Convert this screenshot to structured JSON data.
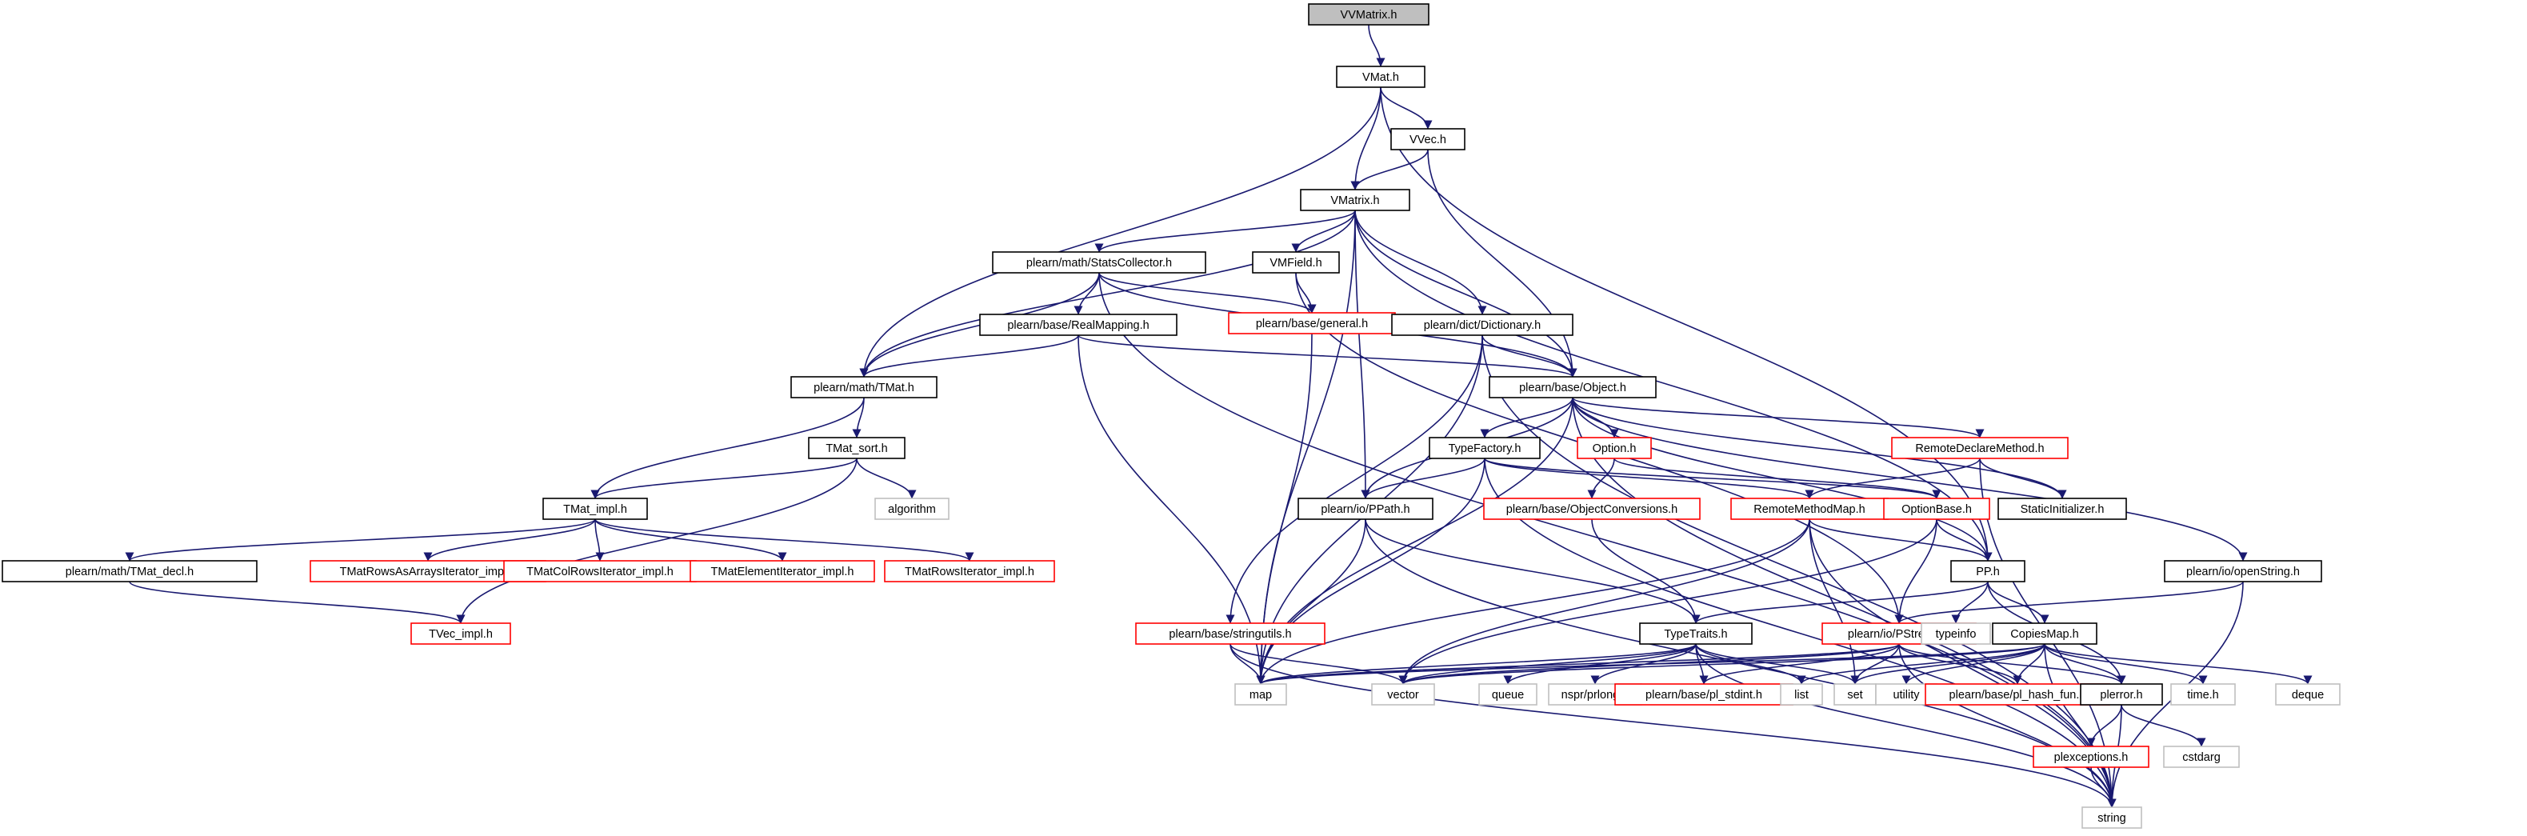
{
  "diagram": {
    "colors": {
      "edge": "#191970",
      "root_fill": "#bfbfbf",
      "normal_border": "#000000",
      "truncated_border": "#ff0000",
      "external_border": "#bfbfbf",
      "text": "#000000"
    },
    "nodes": [
      {
        "id": "vvmatrix",
        "label": "VVMatrix.h",
        "kind": "root"
      },
      {
        "id": "vmat",
        "label": "VMat.h",
        "kind": "normal"
      },
      {
        "id": "vvec",
        "label": "VVec.h",
        "kind": "normal"
      },
      {
        "id": "vmatrix",
        "label": "VMatrix.h",
        "kind": "normal"
      },
      {
        "id": "statscollector",
        "label": "plearn/math/StatsCollector.h",
        "kind": "normal"
      },
      {
        "id": "vmfield",
        "label": "VMField.h",
        "kind": "normal"
      },
      {
        "id": "general",
        "label": "plearn/base/general.h",
        "kind": "truncated"
      },
      {
        "id": "realmapping",
        "label": "plearn/base/RealMapping.h",
        "kind": "normal"
      },
      {
        "id": "dictionary",
        "label": "plearn/dict/Dictionary.h",
        "kind": "normal"
      },
      {
        "id": "tmat",
        "label": "plearn/math/TMat.h",
        "kind": "normal"
      },
      {
        "id": "object",
        "label": "plearn/base/Object.h",
        "kind": "normal"
      },
      {
        "id": "tmatsort",
        "label": "TMat_sort.h",
        "kind": "normal"
      },
      {
        "id": "algorithm",
        "label": "algorithm",
        "kind": "external"
      },
      {
        "id": "tmatimpl",
        "label": "TMat_impl.h",
        "kind": "normal"
      },
      {
        "id": "tmatdecl",
        "label": "plearn/math/TMat_decl.h",
        "kind": "normal"
      },
      {
        "id": "rowsarrayiter",
        "label": "TMatRowsAsArraysIterator_impl.h",
        "kind": "truncated"
      },
      {
        "id": "colrowsiter",
        "label": "TMatColRowsIterator_impl.h",
        "kind": "truncated"
      },
      {
        "id": "elementiter",
        "label": "TMatElementIterator_impl.h",
        "kind": "truncated"
      },
      {
        "id": "rowsiter",
        "label": "TMatRowsIterator_impl.h",
        "kind": "truncated"
      },
      {
        "id": "tvecimpl",
        "label": "TVec_impl.h",
        "kind": "truncated"
      },
      {
        "id": "typefactory",
        "label": "TypeFactory.h",
        "kind": "normal"
      },
      {
        "id": "optionh",
        "label": "Option.h",
        "kind": "truncated"
      },
      {
        "id": "remotedeclare",
        "label": "RemoteDeclareMethod.h",
        "kind": "truncated"
      },
      {
        "id": "staticinit",
        "label": "StaticInitializer.h",
        "kind": "normal"
      },
      {
        "id": "ppath",
        "label": "plearn/io/PPath.h",
        "kind": "normal"
      },
      {
        "id": "objconv",
        "label": "plearn/base/ObjectConversions.h",
        "kind": "truncated"
      },
      {
        "id": "remotemethodmap",
        "label": "RemoteMethodMap.h",
        "kind": "truncated"
      },
      {
        "id": "optionbase",
        "label": "OptionBase.h",
        "kind": "truncated"
      },
      {
        "id": "pph",
        "label": "PP.h",
        "kind": "normal"
      },
      {
        "id": "openstring",
        "label": "plearn/io/openString.h",
        "kind": "normal"
      },
      {
        "id": "stringutils",
        "label": "plearn/base/stringutils.h",
        "kind": "truncated"
      },
      {
        "id": "typetraits",
        "label": "TypeTraits.h",
        "kind": "normal"
      },
      {
        "id": "pstream",
        "label": "plearn/io/PStream.h",
        "kind": "truncated"
      },
      {
        "id": "typeinfo",
        "label": "typeinfo",
        "kind": "external"
      },
      {
        "id": "copiesmap",
        "label": "CopiesMap.h",
        "kind": "normal"
      },
      {
        "id": "map",
        "label": "map",
        "kind": "external"
      },
      {
        "id": "vector",
        "label": "vector",
        "kind": "external"
      },
      {
        "id": "queue",
        "label": "queue",
        "kind": "external"
      },
      {
        "id": "nsprprlong",
        "label": "nspr/prlong.h",
        "kind": "external"
      },
      {
        "id": "plstdint",
        "label": "plearn/base/pl_stdint.h",
        "kind": "truncated"
      },
      {
        "id": "list",
        "label": "list",
        "kind": "external"
      },
      {
        "id": "set",
        "label": "set",
        "kind": "external"
      },
      {
        "id": "utility",
        "label": "utility",
        "kind": "external"
      },
      {
        "id": "plhashfun",
        "label": "plearn/base/pl_hash_fun.h",
        "kind": "truncated"
      },
      {
        "id": "plerror",
        "label": "plerror.h",
        "kind": "normal"
      },
      {
        "id": "timeh",
        "label": "time.h",
        "kind": "external"
      },
      {
        "id": "deque",
        "label": "deque",
        "kind": "external"
      },
      {
        "id": "plexceptions",
        "label": "plexceptions.h",
        "kind": "truncated"
      },
      {
        "id": "cstdarg",
        "label": "cstdarg",
        "kind": "external"
      },
      {
        "id": "string",
        "label": "string",
        "kind": "external"
      }
    ],
    "edges": [
      [
        "vvmatrix",
        "vmat"
      ],
      [
        "vmat",
        "vvec"
      ],
      [
        "vmat",
        "vmatrix"
      ],
      [
        "vmat",
        "tmat"
      ],
      [
        "vmat",
        "pph"
      ],
      [
        "vvec",
        "vmatrix"
      ],
      [
        "vvec",
        "object"
      ],
      [
        "vmatrix",
        "statscollector"
      ],
      [
        "vmatrix",
        "vmfield"
      ],
      [
        "vmatrix",
        "dictionary"
      ],
      [
        "vmatrix",
        "tmat"
      ],
      [
        "vmatrix",
        "object"
      ],
      [
        "vmatrix",
        "ppath"
      ],
      [
        "vmatrix",
        "map"
      ],
      [
        "vmatrix",
        "pph"
      ],
      [
        "statscollector",
        "general"
      ],
      [
        "statscollector",
        "realmapping"
      ],
      [
        "statscollector",
        "tmat"
      ],
      [
        "statscollector",
        "object"
      ],
      [
        "statscollector",
        "string"
      ],
      [
        "vmfield",
        "general"
      ],
      [
        "vmfield",
        "pstream"
      ],
      [
        "general",
        "map"
      ],
      [
        "realmapping",
        "tmat"
      ],
      [
        "realmapping",
        "object"
      ],
      [
        "realmapping",
        "map"
      ],
      [
        "dictionary",
        "object"
      ],
      [
        "dictionary",
        "stringutils"
      ],
      [
        "dictionary",
        "map"
      ],
      [
        "dictionary",
        "string"
      ],
      [
        "tmat",
        "tmatimpl"
      ],
      [
        "tmat",
        "tmatsort"
      ],
      [
        "tmatsort",
        "tmatimpl"
      ],
      [
        "tmatsort",
        "algorithm"
      ],
      [
        "tmatsort",
        "tvecimpl"
      ],
      [
        "tmatimpl",
        "tmatdecl"
      ],
      [
        "tmatimpl",
        "rowsarrayiter"
      ],
      [
        "tmatimpl",
        "colrowsiter"
      ],
      [
        "tmatimpl",
        "elementiter"
      ],
      [
        "tmatimpl",
        "rowsiter"
      ],
      [
        "tmatdecl",
        "tvecimpl"
      ],
      [
        "object",
        "typefactory"
      ],
      [
        "object",
        "optionh"
      ],
      [
        "object",
        "remotedeclare"
      ],
      [
        "object",
        "staticinit"
      ],
      [
        "object",
        "ppath"
      ],
      [
        "object",
        "pph"
      ],
      [
        "object",
        "openstring"
      ],
      [
        "object",
        "map"
      ],
      [
        "object",
        "string"
      ],
      [
        "typefactory",
        "ppath"
      ],
      [
        "typefactory",
        "remotemethodmap"
      ],
      [
        "typefactory",
        "optionbase"
      ],
      [
        "typefactory",
        "map"
      ],
      [
        "typefactory",
        "string"
      ],
      [
        "optionh",
        "objconv"
      ],
      [
        "optionh",
        "optionbase"
      ],
      [
        "remotedeclare",
        "remotemethodmap"
      ],
      [
        "remotedeclare",
        "staticinit"
      ],
      [
        "remotedeclare",
        "string"
      ],
      [
        "ppath",
        "typetraits"
      ],
      [
        "ppath",
        "map"
      ],
      [
        "ppath",
        "string"
      ],
      [
        "objconv",
        "typetraits"
      ],
      [
        "remotemethodmap",
        "pph"
      ],
      [
        "remotemethodmap",
        "map"
      ],
      [
        "remotemethodmap",
        "vector"
      ],
      [
        "remotemethodmap",
        "set"
      ],
      [
        "remotemethodmap",
        "string"
      ],
      [
        "optionbase",
        "pph"
      ],
      [
        "optionbase",
        "pstream"
      ],
      [
        "optionbase",
        "vector"
      ],
      [
        "pph",
        "typetraits"
      ],
      [
        "pph",
        "copiesmap"
      ],
      [
        "pph",
        "typeinfo"
      ],
      [
        "pph",
        "plerror"
      ],
      [
        "openstring",
        "pstream"
      ],
      [
        "openstring",
        "string"
      ],
      [
        "stringutils",
        "map"
      ],
      [
        "stringutils",
        "vector"
      ],
      [
        "stringutils",
        "string"
      ],
      [
        "typetraits",
        "map"
      ],
      [
        "typetraits",
        "vector"
      ],
      [
        "typetraits",
        "queue"
      ],
      [
        "typetraits",
        "nsprprlong"
      ],
      [
        "typetraits",
        "plstdint"
      ],
      [
        "typetraits",
        "list"
      ],
      [
        "typetraits",
        "set"
      ],
      [
        "typetraits",
        "string"
      ],
      [
        "pstream",
        "map"
      ],
      [
        "pstream",
        "vector"
      ],
      [
        "pstream",
        "set"
      ],
      [
        "pstream",
        "plstdint"
      ],
      [
        "pstream",
        "plhashfun"
      ],
      [
        "pstream",
        "plerror"
      ],
      [
        "pstream",
        "string"
      ],
      [
        "copiesmap",
        "map"
      ],
      [
        "copiesmap",
        "vector"
      ],
      [
        "copiesmap",
        "list"
      ],
      [
        "copiesmap",
        "set"
      ],
      [
        "copiesmap",
        "utility"
      ],
      [
        "copiesmap",
        "plhashfun"
      ],
      [
        "copiesmap",
        "plerror"
      ],
      [
        "copiesmap",
        "timeh"
      ],
      [
        "copiesmap",
        "deque"
      ],
      [
        "copiesmap",
        "string"
      ],
      [
        "plerror",
        "plexceptions"
      ],
      [
        "plerror",
        "cstdarg"
      ],
      [
        "plerror",
        "string"
      ],
      [
        "plexceptions",
        "string"
      ]
    ]
  }
}
